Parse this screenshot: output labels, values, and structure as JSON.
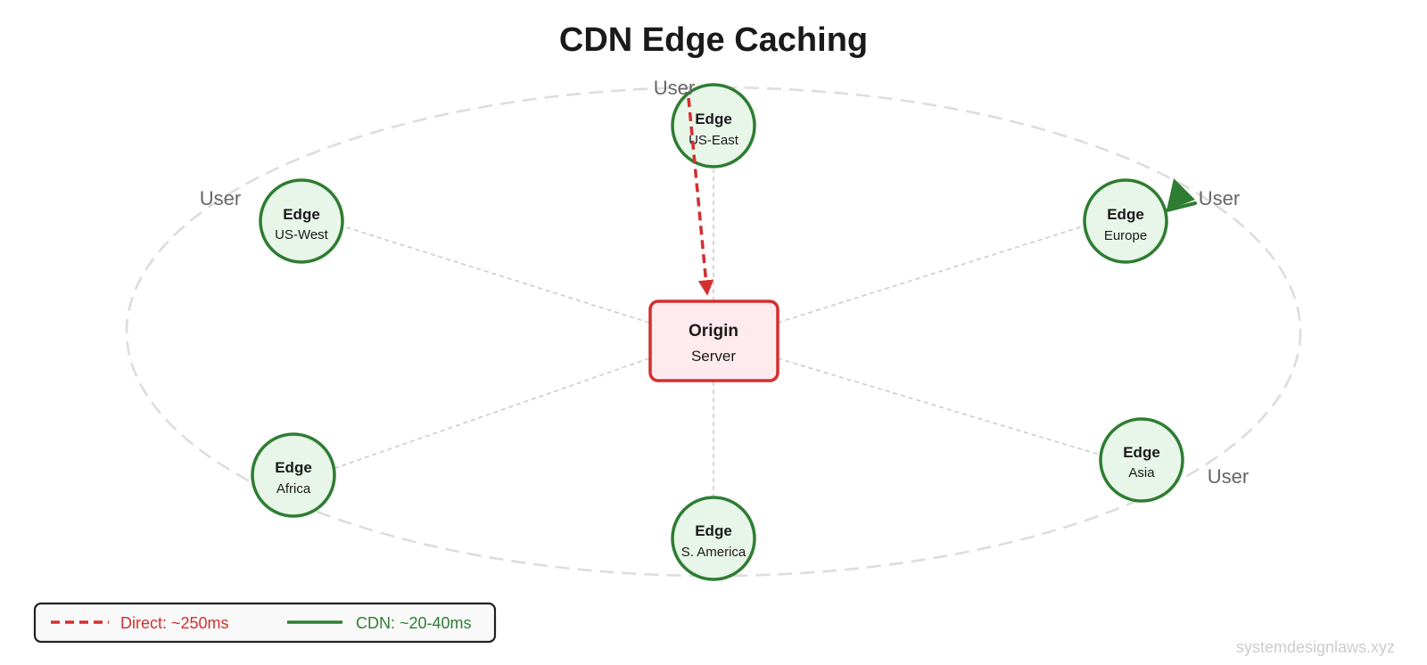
{
  "title": "CDN Edge Caching",
  "colors": {
    "edge_stroke": "#2e7d32",
    "edge_fill": "#e8f5e9",
    "origin_stroke": "#d32f2f",
    "origin_fill": "#ffebee",
    "direct": "#d32f2f",
    "cdn": "#2e7d32",
    "spoke": "#cccccc",
    "ring": "#dddddd"
  },
  "origin": {
    "name": "Origin",
    "subtitle": "Server"
  },
  "edges": [
    {
      "name": "Edge",
      "region": "US-East"
    },
    {
      "name": "Edge",
      "region": "US-West"
    },
    {
      "name": "Edge",
      "region": "Europe"
    },
    {
      "name": "Edge",
      "region": "Africa"
    },
    {
      "name": "Edge",
      "region": "Asia"
    },
    {
      "name": "Edge",
      "region": "S. America"
    }
  ],
  "users": [
    {
      "label": "User"
    },
    {
      "label": "User"
    },
    {
      "label": "User"
    },
    {
      "label": "User"
    }
  ],
  "legend": {
    "direct_label": "Direct: ~250ms",
    "cdn_label": "CDN: ~20-40ms"
  },
  "watermark": "systemdesignlaws.xyz"
}
